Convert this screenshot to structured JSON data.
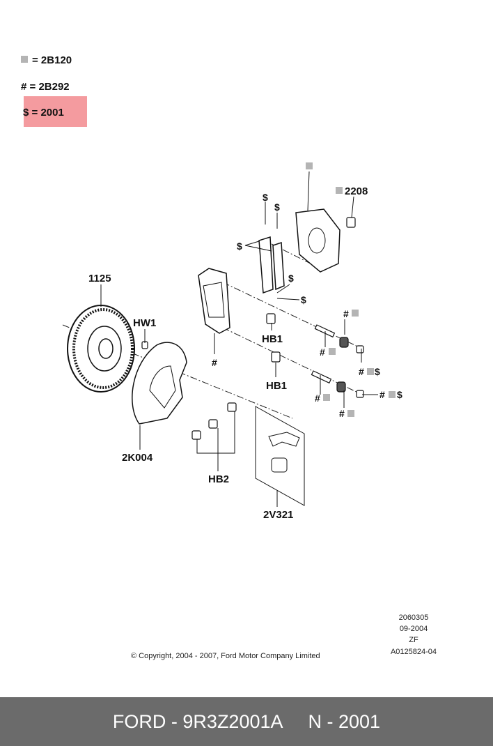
{
  "legend": [
    {
      "symbol": "",
      "symbol_icon": "gray-square-icon",
      "text": "= 2B120"
    },
    {
      "symbol": "#",
      "text": "= 2B292"
    },
    {
      "symbol": "$",
      "text": "= 2001",
      "highlight_color": "#f2898e"
    }
  ],
  "callouts": {
    "p2208": "2208",
    "p1125": "1125",
    "hw1": "HW1",
    "hb1a": "HB1",
    "hb1b": "HB1",
    "p2k004": "2K004",
    "hb2": "HB2",
    "p2v321": "2V321"
  },
  "symbols": {
    "hash": "#",
    "dollar": "$"
  },
  "meta": {
    "line1": "2060305",
    "line2": "09-2004",
    "line3": "ZF",
    "line4": "A0125824-04"
  },
  "copyright": "© Copyright, 2004 - 2007, Ford Motor Company Limited",
  "footer": {
    "left": "FORD - 9R3Z2001A",
    "right": "N - 2001"
  },
  "colors": {
    "footer_bg": "#6b6b6b",
    "legend_square": "#b4b4b4"
  }
}
